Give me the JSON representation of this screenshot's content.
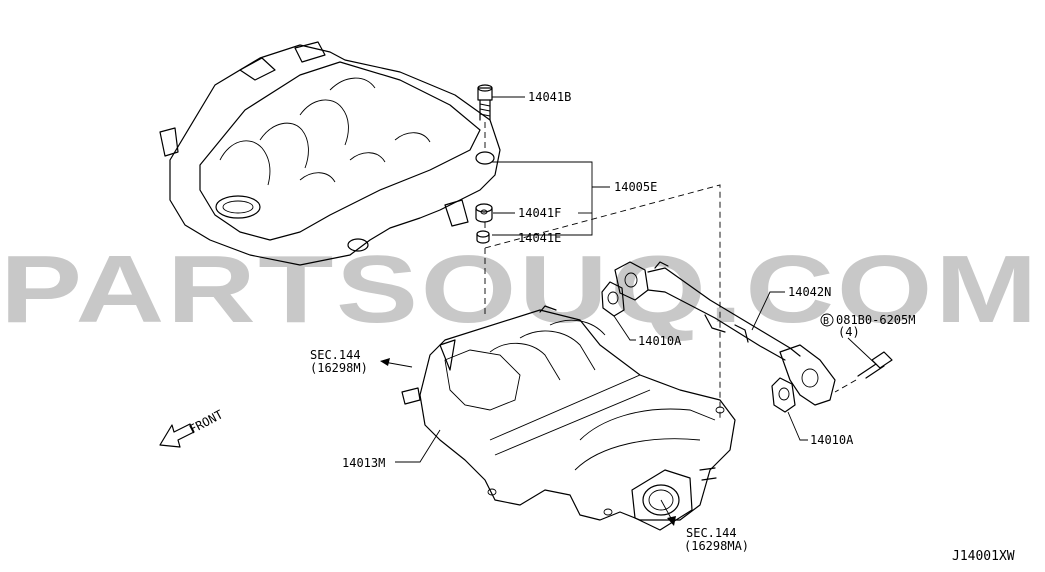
{
  "watermark": "PARTSOUQ.COM",
  "diagram_code": "J14001XW",
  "front_label": "FRONT",
  "parts": {
    "bolt_top": "14041B",
    "cover_assy": "14005E",
    "grommet_f": "14041F",
    "grommet_e": "14041E",
    "gasket_left": "14010A",
    "gasket_right": "14010A",
    "tube": "14042N",
    "bolt_std": "081B0-6205M",
    "bolt_std_qty": "(4)",
    "bolt_std_marker": "B",
    "manifold": "14013M"
  },
  "references": {
    "sec_left": "SEC.144",
    "sec_left_part": "(16298M)",
    "sec_bottom": "SEC.144",
    "sec_bottom_part": "(16298MA)"
  }
}
